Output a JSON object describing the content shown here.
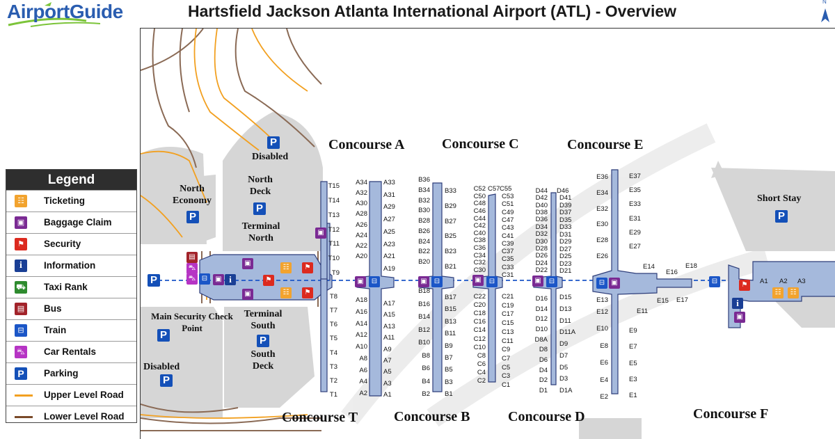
{
  "brand": {
    "logo_text": "AirportGuide"
  },
  "title": "Hartsfield Jackson Atlanta International Airport (ATL) - Overview",
  "compass": {
    "letter": "N"
  },
  "legend": {
    "title": "Legend",
    "items": [
      {
        "label": "Ticketing",
        "icon": "ticketing-icon",
        "color": "#f2a32e"
      },
      {
        "label": "Baggage Claim",
        "icon": "baggage-claim-icon",
        "color": "#7a2a93"
      },
      {
        "label": "Security",
        "icon": "security-icon",
        "color": "#dc2a1f"
      },
      {
        "label": "Information",
        "icon": "information-icon",
        "color": "#1a3f95"
      },
      {
        "label": "Taxi Rank",
        "icon": "taxi-icon",
        "color": "#2e8b2e"
      },
      {
        "label": "Bus",
        "icon": "bus-icon",
        "color": "#a2232a"
      },
      {
        "label": "Train",
        "icon": "train-icon",
        "color": "#1b56c7"
      },
      {
        "label": "Car Rentals",
        "icon": "car-rental-icon",
        "color": "#b634c4"
      },
      {
        "label": "Parking",
        "icon": "parking-icon",
        "color": "#1450b8"
      },
      {
        "label": "Upper Level Road",
        "icon": "upper-road-line",
        "color": "#f2a020"
      },
      {
        "label": "Lower Level  Road",
        "icon": "lower-road-line",
        "color": "#7a4a2a"
      }
    ]
  },
  "concourses": {
    "a": "Concourse A",
    "c": "Concourse C",
    "e": "Concourse E",
    "t": "Concourse T",
    "b": "Concourse B",
    "d": "Concourse D",
    "f": "Concourse F"
  },
  "areas": {
    "disabled_north": "Disabled",
    "north_deck_1": "North",
    "north_deck_2": "Deck",
    "north_economy_1": "North",
    "north_economy_2": "Economy",
    "terminal_north_1": "Terminal",
    "terminal_north_2": "North",
    "main_security_1": "Main Security Check",
    "main_security_2": "Point",
    "terminal_south_1": "Terminal",
    "terminal_south_2": "South",
    "south_deck_1": "South",
    "south_deck_2": "Deck",
    "disabled_south": "Disabled",
    "short_stay": "Short Stay",
    "parking_symbol": "P",
    "info_symbol": "i"
  },
  "gates": {
    "T": {
      "north": [
        "T15",
        "T14",
        "T13",
        "T12",
        "T11",
        "T10",
        "T9"
      ],
      "south": [
        "T8",
        "T7",
        "T6",
        "T5",
        "T4",
        "T3",
        "T2",
        "T1"
      ]
    },
    "A_left": [
      "A34",
      "A32",
      "A30",
      "A28",
      "A26",
      "A24",
      "A22",
      "A20",
      "A18",
      "A16",
      "A14",
      "A12",
      "A10",
      "A8",
      "A6",
      "A4",
      "A2"
    ],
    "A_right": [
      "A33",
      "A31",
      "A29",
      "A27",
      "A25",
      "A23",
      "A21",
      "A19",
      "A17",
      "A15",
      "A13",
      "A11",
      "A9",
      "A7",
      "A5",
      "A3",
      "A1"
    ],
    "B_left": [
      "B36",
      "B34",
      "B32",
      "B30",
      "B28",
      "B26",
      "B24",
      "B22",
      "B20",
      "B18",
      "B16",
      "B14",
      "B12",
      "B10",
      "B8",
      "B6",
      "B4",
      "B2"
    ],
    "B_right": [
      "B33",
      "B29",
      "B27",
      "B25",
      "B23",
      "B21",
      "B17",
      "B15",
      "B13",
      "B11",
      "B9",
      "B7",
      "B5",
      "B3",
      "B1"
    ],
    "C_left": [
      "C52",
      "C50",
      "C48",
      "C46",
      "C44",
      "C42",
      "C40",
      "C38",
      "C36",
      "C34",
      "C32",
      "C30",
      "C22",
      "C20",
      "C18",
      "C16",
      "C14",
      "C12",
      "C10",
      "C8",
      "C6",
      "C4",
      "C2"
    ],
    "C_right": [
      "C57",
      "C55",
      "C53",
      "C51",
      "C49",
      "C47",
      "C43",
      "C41",
      "C39",
      "C37",
      "C35",
      "C33",
      "C31",
      "C21",
      "C19",
      "C17",
      "C15",
      "C13",
      "C11",
      "C9",
      "C7",
      "C5",
      "C3",
      "C1"
    ],
    "D_left": [
      "D44",
      "D42",
      "D40",
      "D38",
      "D36",
      "D34",
      "D32",
      "D30",
      "D28",
      "D26",
      "D24",
      "D22",
      "D16",
      "D14",
      "D12",
      "D10",
      "D8A",
      "D8",
      "D6",
      "D4",
      "D2",
      "D1"
    ],
    "D_right": [
      "D46",
      "D41",
      "D39",
      "D37",
      "D35",
      "D33",
      "D31",
      "D29",
      "D27",
      "D25",
      "D23",
      "D21",
      "D15",
      "D13",
      "D11",
      "D11A",
      "D9",
      "D7",
      "D5",
      "D3",
      "D1A"
    ],
    "E_left": [
      "E36",
      "E34",
      "E32",
      "E30",
      "E28",
      "E26",
      "E13",
      "E12",
      "E10",
      "E8",
      "E6",
      "E4",
      "E2"
    ],
    "E_right": [
      "E37",
      "E35",
      "E33",
      "E31",
      "E29",
      "E27",
      "E11",
      "E9",
      "E7",
      "E5",
      "E3",
      "E1"
    ],
    "E_arm": [
      "E14",
      "E16",
      "E18",
      "E15",
      "E17"
    ],
    "F": [
      "A1",
      "A2",
      "A3"
    ]
  }
}
